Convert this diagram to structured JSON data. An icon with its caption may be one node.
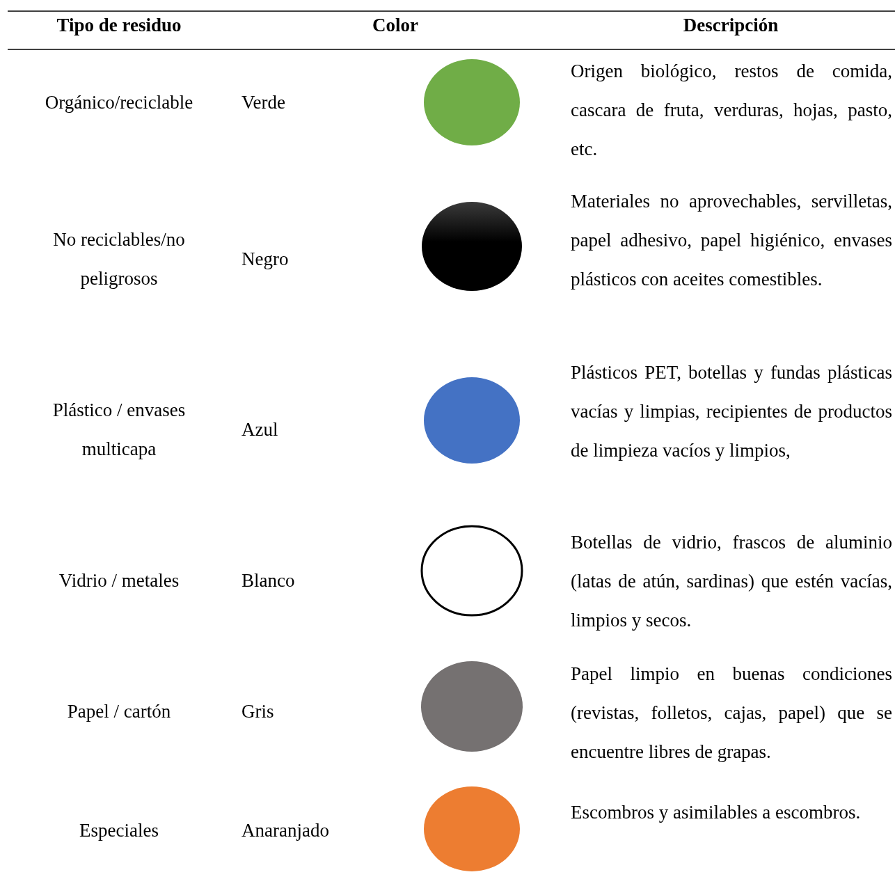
{
  "diagram": {
    "labels": [
      "Tipo de residuo",
      "Color",
      "Descripción",
      "Orgánico/reciclable",
      "Verde",
      "Origen biológico, restos de comida, cascara de fruta, verduras, hojas, pasto, etc.",
      "No reciclables/no peligrosos",
      "Negro",
      "Materiales no aprovechables, servilletas, papel adhesivo, papel higiénico, envases plásticos con aceites comestibles.",
      "Plástico / envases multicapa",
      "Azul",
      "Plásticos PET, botellas y fundas plásticas vacías y limpias, recipientes de productos de limpieza vacíos y limpios,",
      "Vidrio / metales",
      "Blanco",
      "Botellas de vidrio, frascos de aluminio (latas de atún, sardinas) que estén vacías, limpios y secos.",
      "Papel / cartón",
      "Gris",
      "Papel limpio en buenas condiciones (revistas, folletos, cajas, papel) que se encuentre libres de grapas.",
      "Especiales",
      "Anaranjado",
      "Escombros y asimilables a escombros."
    ]
  }
}
